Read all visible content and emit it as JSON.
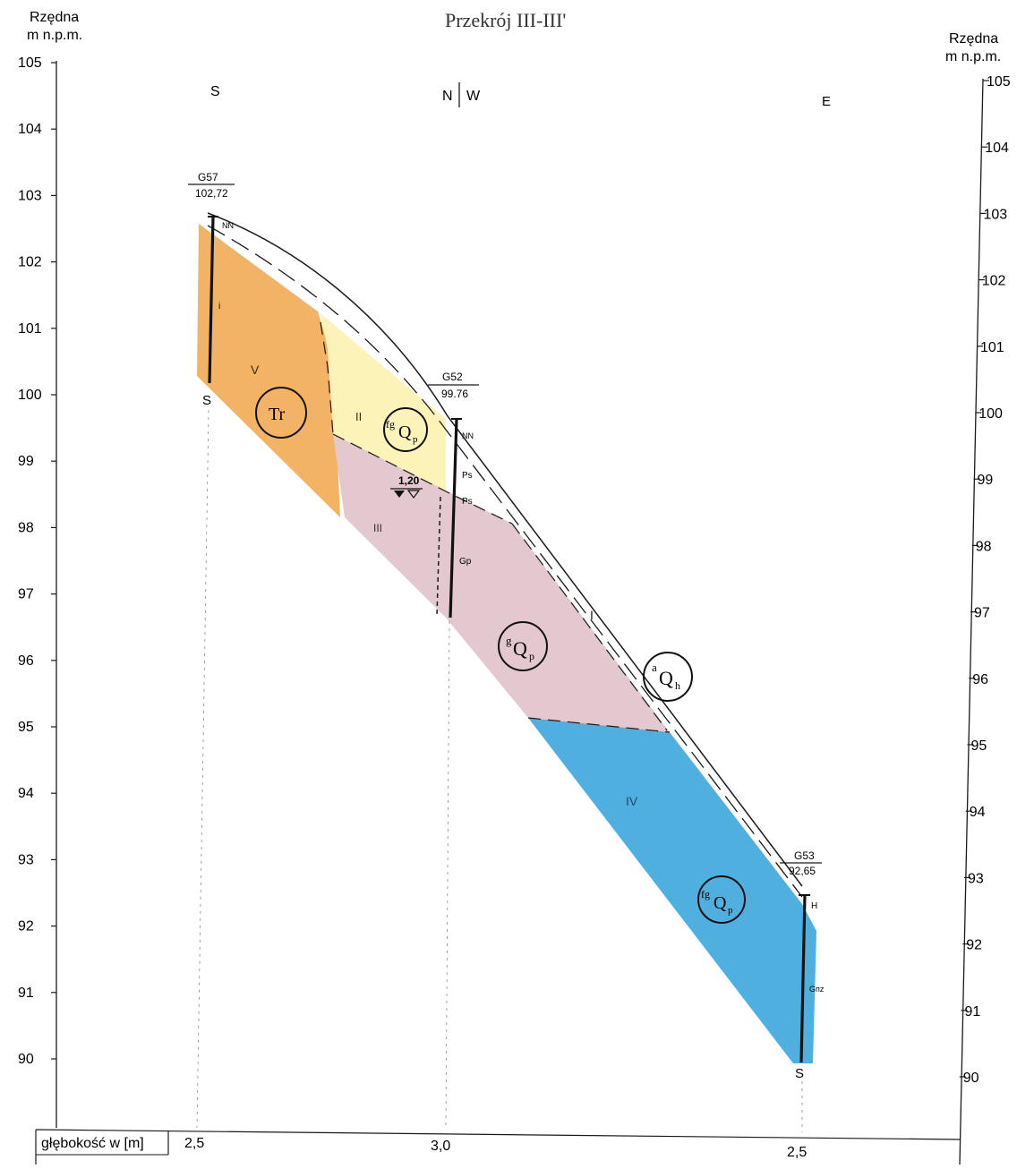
{
  "title": "Przekrój III-III'",
  "axis": {
    "left_label_line1": "Rzędna",
    "left_label_line2": "m n.p.m.",
    "right_label_line1": "Rzędna",
    "right_label_line2": "m n.p.m.",
    "ticks": [
      "105",
      "104",
      "103",
      "102",
      "101",
      "100",
      "99",
      "98",
      "97",
      "96",
      "95",
      "94",
      "93",
      "92",
      "91",
      "90"
    ]
  },
  "directions": {
    "left": "S",
    "middle_left": "N",
    "middle_right": "W",
    "right": "E"
  },
  "boreholes": [
    {
      "id": "G57",
      "elevation": "102,72",
      "top_code": "NN",
      "layer_code": "i",
      "bottom_code": "S"
    },
    {
      "id": "G52",
      "elevation": "99.76",
      "top_code": "NN",
      "layer_code_1": "Ps",
      "layer_code_2": "Ps",
      "layer_code_3": "Gp"
    },
    {
      "id": "G53",
      "elevation": "92,65",
      "top_code": "H",
      "layer_code": "Gпz",
      "bottom_code": "S"
    }
  ],
  "water_level": "1,20",
  "layers": {
    "I": "I",
    "II": "II",
    "III": "III",
    "IV": "IV",
    "V": "V"
  },
  "stratigraphy": {
    "tr": "Tr",
    "fgqp_1": {
      "sup": "fg",
      "base": "Q",
      "sub": "p"
    },
    "gqp": {
      "sup": "g",
      "base": "Q",
      "sub": "p"
    },
    "aqh": {
      "sup": "a",
      "base": "Q",
      "sub": "h"
    },
    "fgqp_2": {
      "sup": "fg",
      "base": "Q",
      "sub": "p"
    }
  },
  "colors": {
    "layer_V": "#f2b464",
    "layer_II": "#fbf3b8",
    "layer_III": "#e3c8cf",
    "layer_IV": "#4fb0df",
    "layer_I": "#ffffff",
    "ink": "#1a1a1a"
  },
  "depth_table": {
    "label": "głębokość w [m]",
    "values": [
      "2,5",
      "3,0",
      "2,5"
    ]
  }
}
